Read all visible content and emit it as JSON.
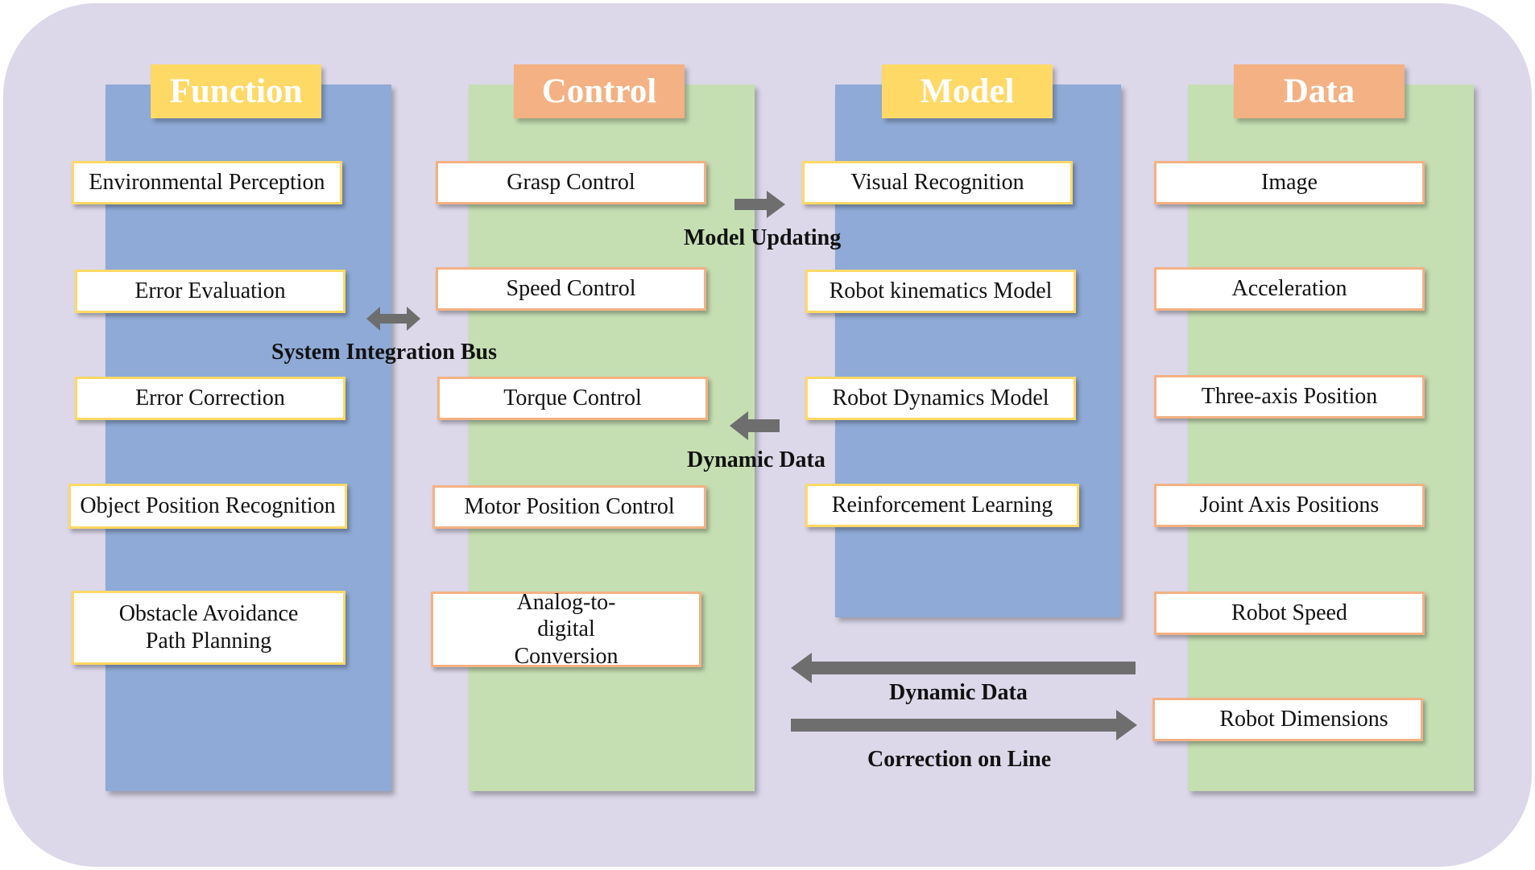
{
  "columns": [
    {
      "title": "Function",
      "items": [
        "Environmental Perception",
        "Error Evaluation",
        "Error Correction",
        "Object Position Recognition",
        "Obstacle Avoidance Path Planning"
      ]
    },
    {
      "title": "Control",
      "items": [
        "Grasp Control",
        "Speed Control",
        "Torque Control",
        "Motor Position Control",
        "Analog-to-digital Conversion"
      ]
    },
    {
      "title": "Model",
      "items": [
        "Visual Recognition",
        "Robot kinematics Model",
        "Robot Dynamics Model",
        "Reinforcement Learning"
      ]
    },
    {
      "title": "Data",
      "items": [
        "Image",
        "Acceleration",
        "Three-axis Position",
        "Joint Axis Positions",
        "Robot Speed",
        "Robot Dimensions"
      ]
    }
  ],
  "connections": {
    "system_integration_bus": "System Integration Bus",
    "model_updating": "Model Updating",
    "dynamic_data_model_to_control": "Dynamic Data",
    "dynamic_data_data_to_model": "Dynamic Data",
    "correction_on_line": "Correction on Line"
  },
  "colors": {
    "background": "#dcd8ea",
    "blue_column": "#8faad6",
    "green_column": "#c5deb2",
    "yellow_header": "#ffd966",
    "orange_header": "#f4b183",
    "arrow": "#6e6e6e"
  }
}
